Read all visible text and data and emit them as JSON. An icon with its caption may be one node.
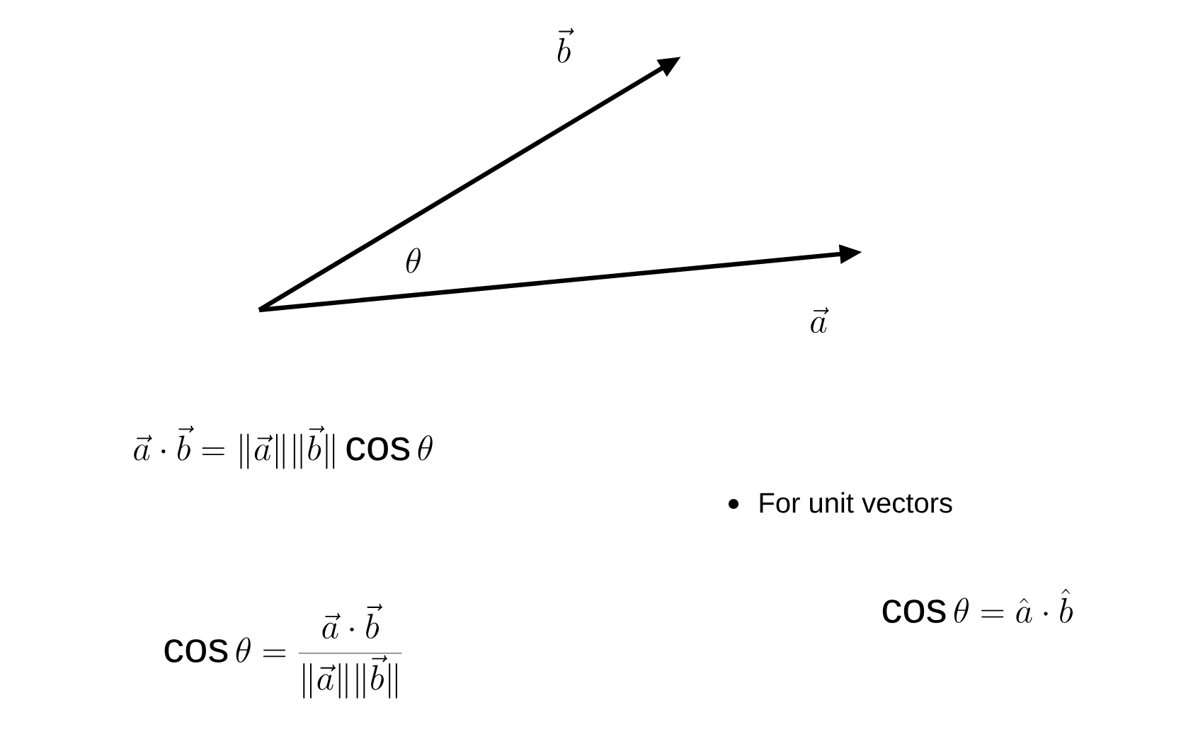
{
  "diagram": {
    "labels": [
      "\\vec{b}",
      "\\theta",
      "\\vec{a}",
      "\\vec{a}\\cdot\\vec{b}=\\|\\vec{a}\\|\\|\\vec{b}\\|\\cos\\theta",
      "For unit vectors",
      "\\cos\\theta=\\frac{\\vec{a}\\cdot\\vec{b}}{\\|\\vec{a}\\|\\|\\vec{b}\\|}",
      "\\cos\\theta=\\hat{a}\\cdot\\hat{b}"
    ]
  }
}
